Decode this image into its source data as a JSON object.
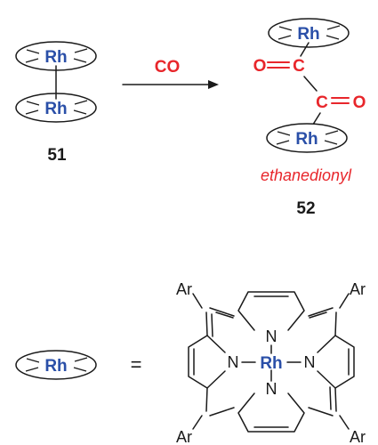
{
  "reaction": {
    "reagent": "CO",
    "reactant_number": "51",
    "product_number": "52",
    "product_name": "ethanedionyl"
  },
  "atoms": {
    "rh": "Rh",
    "carbon": "C",
    "oxygen": "O",
    "nitrogen": "N",
    "aryl": "Ar"
  },
  "legend": {
    "equals": "="
  },
  "colors": {
    "rhodium": "#2a4fa8",
    "highlight": "#e8262b",
    "ink": "#1a1a1a"
  }
}
